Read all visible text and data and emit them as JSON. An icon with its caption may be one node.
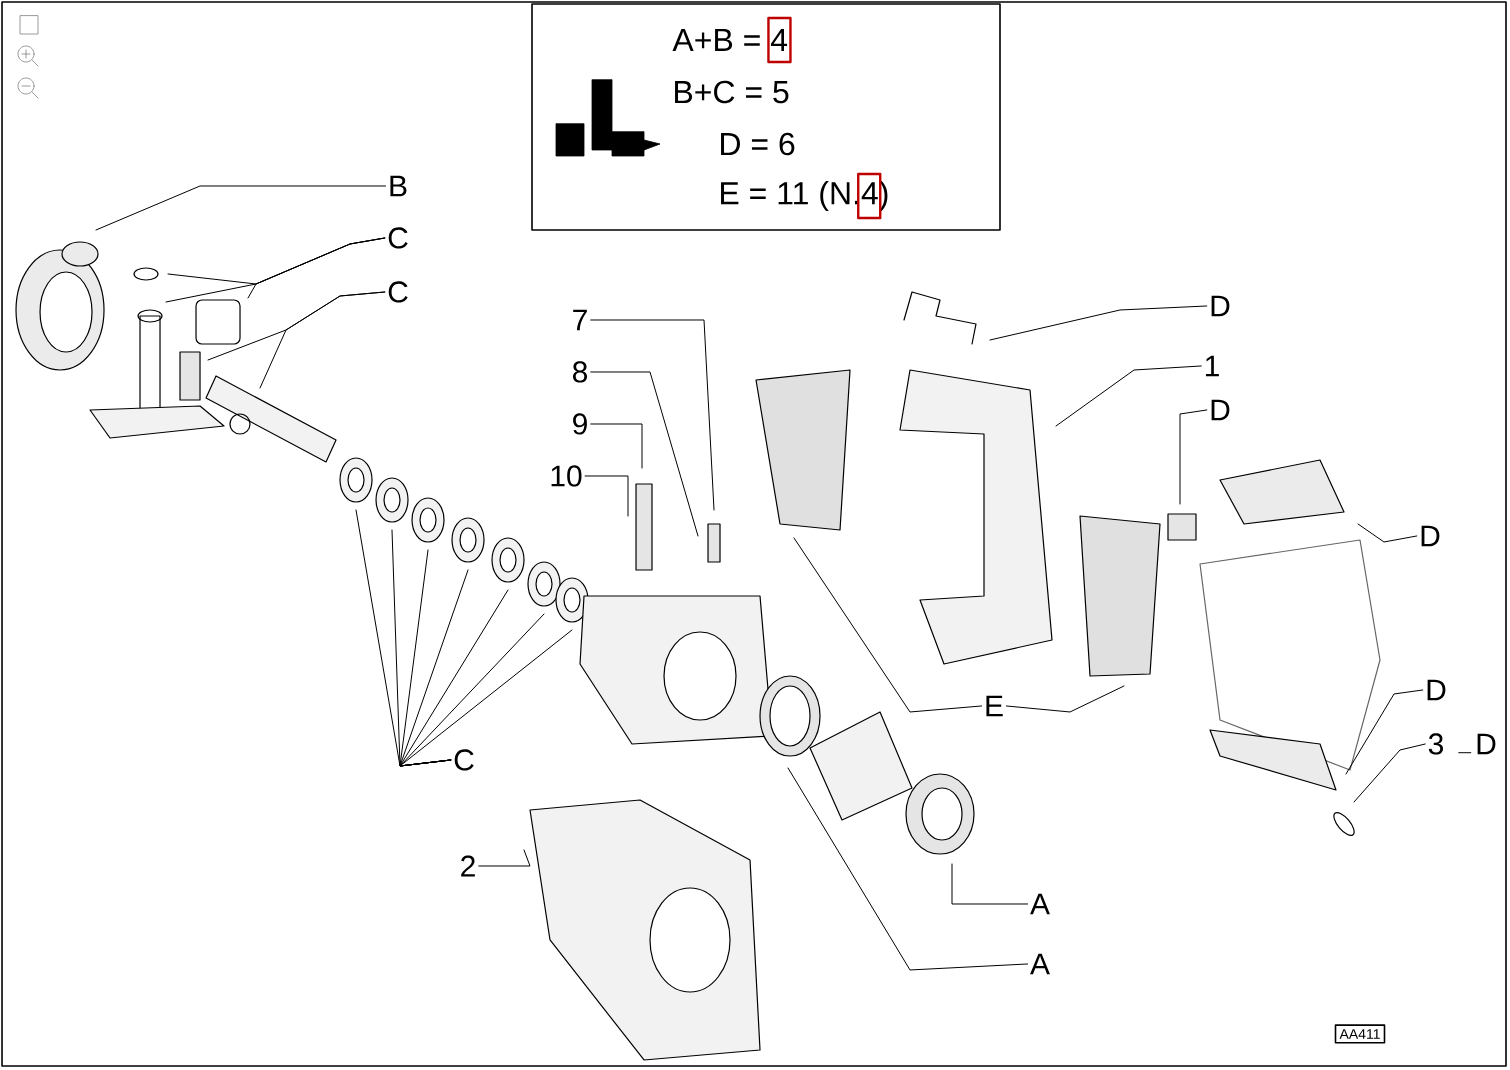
{
  "diagram": {
    "nodes": [
      {
        "text": [
          "A+B = 4",
          "B+C = 5",
          "D = 6",
          "E = 11 (N.4)"
        ]
      },
      {
        "text": [
          "B"
        ]
      },
      {
        "text": [
          "C"
        ]
      },
      {
        "text": [
          "C"
        ]
      },
      {
        "text": [
          "C"
        ]
      },
      {
        "text": [
          "7"
        ]
      },
      {
        "text": [
          "8"
        ]
      },
      {
        "text": [
          "9"
        ]
      },
      {
        "text": [
          "10"
        ]
      },
      {
        "text": [
          "D"
        ]
      },
      {
        "text": [
          "1"
        ]
      },
      {
        "text": [
          "D"
        ]
      },
      {
        "text": [
          "D"
        ]
      },
      {
        "text": [
          "E"
        ]
      },
      {
        "text": [
          "D"
        ]
      },
      {
        "text": [
          "3"
        ]
      },
      {
        "text": [
          "D"
        ]
      },
      {
        "text": [
          "A"
        ]
      },
      {
        "text": [
          "A"
        ]
      },
      {
        "text": [
          "2"
        ]
      },
      {
        "text": [
          "AA411"
        ]
      }
    ],
    "edges": [
      {
        "from": 1,
        "to": null,
        "arrow": "none"
      },
      {
        "from": 2,
        "to": null,
        "arrow": "none"
      },
      {
        "from": 2,
        "to": null,
        "arrow": "none"
      },
      {
        "from": 2,
        "to": null,
        "arrow": "none"
      },
      {
        "from": 3,
        "to": null,
        "arrow": "none"
      },
      {
        "from": 3,
        "to": null,
        "arrow": "none"
      },
      {
        "from": 4,
        "to": null,
        "arrow": "none"
      },
      {
        "from": 4,
        "to": null,
        "arrow": "none"
      },
      {
        "from": 4,
        "to": null,
        "arrow": "none"
      },
      {
        "from": 4,
        "to": null,
        "arrow": "none"
      },
      {
        "from": 4,
        "to": null,
        "arrow": "none"
      },
      {
        "from": 4,
        "to": null,
        "arrow": "none"
      },
      {
        "from": 4,
        "to": null,
        "arrow": "none"
      },
      {
        "from": 5,
        "to": null,
        "arrow": "none"
      },
      {
        "from": 6,
        "to": null,
        "arrow": "none"
      },
      {
        "from": 7,
        "to": null,
        "arrow": "none"
      },
      {
        "from": 8,
        "to": null,
        "arrow": "none"
      },
      {
        "from": 9,
        "to": null,
        "arrow": "none"
      },
      {
        "from": 10,
        "to": null,
        "arrow": "none"
      },
      {
        "from": 11,
        "to": null,
        "arrow": "none"
      },
      {
        "from": 12,
        "to": null,
        "arrow": "none"
      },
      {
        "from": 13,
        "to": null,
        "arrow": "none"
      },
      {
        "from": 13,
        "to": null,
        "arrow": "none"
      },
      {
        "from": 14,
        "to": null,
        "arrow": "none"
      },
      {
        "from": 15,
        "to": null,
        "arrow": "none"
      },
      {
        "from": 17,
        "to": null,
        "arrow": "none"
      },
      {
        "from": 18,
        "to": null,
        "arrow": "none"
      },
      {
        "from": 19,
        "to": null,
        "arrow": "none"
      }
    ]
  }
}
